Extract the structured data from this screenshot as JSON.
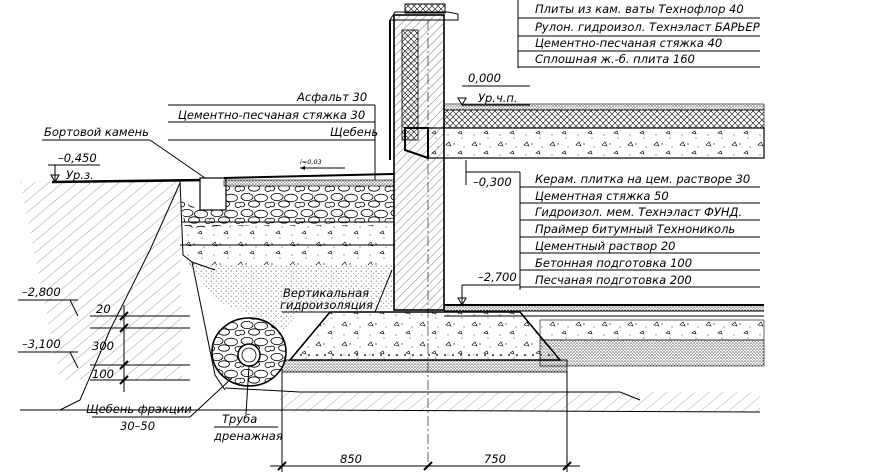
{
  "wall_layers": {
    "items": [
      "Плиты из кам. ваты Технофлор 40",
      "Рулон. гидроизол. Технэласт БАРЬЕР",
      "Цементно-песчаная стяжка 40",
      "Сплошная ж.-б. плита 160"
    ]
  },
  "floor_layers": {
    "items": [
      "Керам. плитка на цем. растворе 30",
      "Цементная стяжка 50",
      "Гидроизол. мем. Технэласт ФУНД.",
      "Праймер битумный Технониколь",
      "Цементный раствор 20",
      "Бетонная подготовка 100",
      "Песчаная подготовка 200"
    ]
  },
  "paving_layers": {
    "items": [
      "Асфальт 30",
      "Цементно-песчаная стяжка 30",
      "Щебень"
    ]
  },
  "labels": {
    "curb": "Бортовой камень",
    "slope": "i=0,03",
    "vertical_waterproofing_1": "Вертикальная",
    "vertical_waterproofing_2": "гидроизоляция",
    "gravel_1": "Щебень фракции",
    "gravel_2": "30–50",
    "drain_1": "Труба",
    "drain_2": "дренажная"
  },
  "levels": {
    "zero": "0,000",
    "floor_mark": "Ур.ч.п.",
    "minus_0300": "–0,300",
    "minus_2700": "–2,700",
    "ground": "–0,450",
    "ground_mark": "Ур.з.",
    "minus_2800": "–2,800",
    "minus_3100": "–3,100"
  },
  "dimensions": {
    "d20": "20",
    "d300": "300",
    "d100": "100",
    "d850": "850",
    "d750": "750"
  }
}
